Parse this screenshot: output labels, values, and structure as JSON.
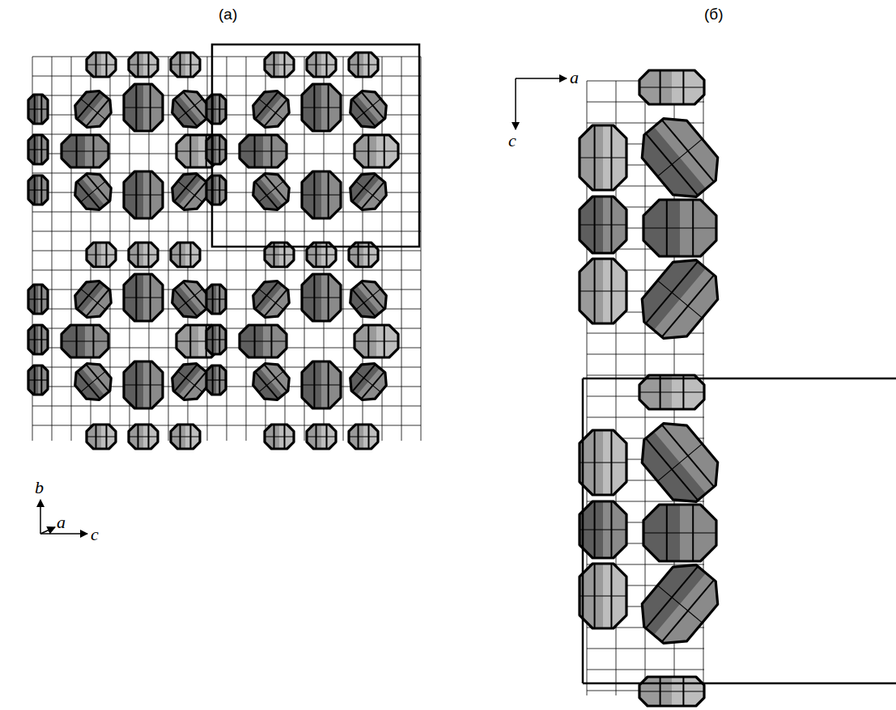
{
  "diagram": {
    "labels": [
      "(а)",
      "(б)",
      "b",
      "a",
      "c",
      "a",
      "c"
    ]
  }
}
